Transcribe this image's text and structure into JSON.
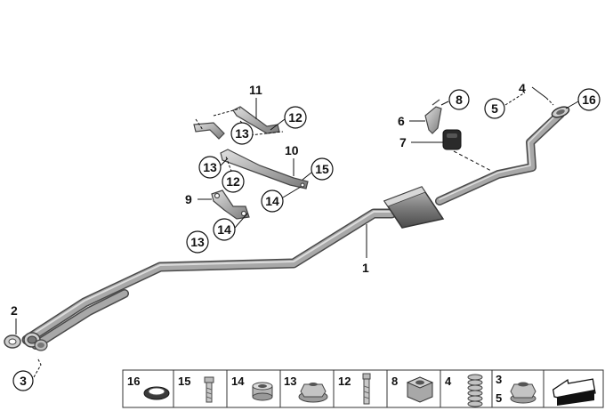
{
  "diagram": {
    "callouts": {
      "c1": "1",
      "c2": "2",
      "c3": "3",
      "c4": "4",
      "c5": "5",
      "c6": "6",
      "c7": "7",
      "c8": "8",
      "c9": "9",
      "c10": "10",
      "c11": "11",
      "c12a": "12",
      "c12b": "12",
      "c13a": "13",
      "c13b": "13",
      "c13c": "13",
      "c14a": "14",
      "c14b": "14",
      "c15": "15",
      "c16": "16"
    }
  },
  "legend": {
    "cells": [
      {
        "label": "16",
        "part": "gasket-ring"
      },
      {
        "label": "15",
        "part": "bolt"
      },
      {
        "label": "14",
        "part": "bushing"
      },
      {
        "label": "13",
        "part": "flange-nut"
      },
      {
        "label": "12",
        "part": "stud-bolt"
      },
      {
        "label": "8",
        "part": "hex-nut"
      },
      {
        "label": "4",
        "part": "spring"
      },
      {
        "label": "3",
        "label2": "5",
        "part": "collar-nut"
      }
    ]
  },
  "colors": {
    "pipe": "#8a8a8a",
    "pipe_light": "#c9c9c9",
    "pipe_dark": "#5a5a5a",
    "line": "#111111"
  }
}
